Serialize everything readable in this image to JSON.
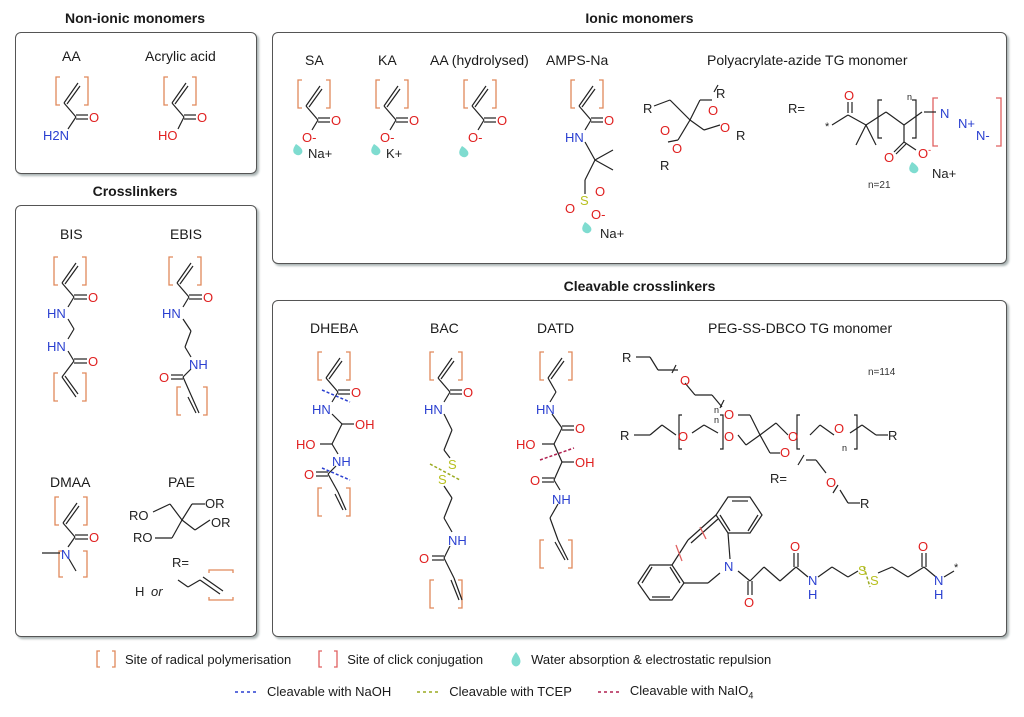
{
  "colors": {
    "radical_bracket": "#e0895a",
    "click_bracket": "#e06060",
    "oxygen": "#e02020",
    "nitrogen": "#2a3fd0",
    "sulfur": "#b8c020",
    "water_drop": "#7fdcd0",
    "naoh_cut": "#2a3fd0",
    "tcep_cut": "#9aaa20",
    "naio4_cut": "#b02050"
  },
  "sections": {
    "nonionic": {
      "title": "Non-ionic monomers",
      "compounds": [
        {
          "name": "AA",
          "atoms": [
            "O",
            "H2N"
          ]
        },
        {
          "name": "Acrylic acid",
          "atoms": [
            "O",
            "HO"
          ]
        }
      ]
    },
    "crosslinkers": {
      "title": "Crosslinkers",
      "compounds": [
        {
          "name": "BIS",
          "atoms": [
            "O",
            "HN",
            "HN",
            "O"
          ]
        },
        {
          "name": "EBIS",
          "atoms": [
            "O",
            "HN",
            "NH",
            "O"
          ]
        },
        {
          "name": "DMAA",
          "atoms": [
            "O",
            "N"
          ]
        },
        {
          "name": "PAE",
          "atoms": [
            "OR",
            "RO",
            "OR",
            "RO"
          ],
          "r_def": "R=",
          "r_options": [
            "H",
            "or"
          ]
        }
      ]
    },
    "ionic": {
      "title": "Ionic monomers",
      "compounds": [
        {
          "name": "SA",
          "atoms": [
            "O",
            "O-"
          ],
          "counterion": "Na+"
        },
        {
          "name": "KA",
          "atoms": [
            "O",
            "O-"
          ],
          "counterion": "K+"
        },
        {
          "name": "AA (hydrolysed)",
          "atoms": [
            "O",
            "O-"
          ]
        },
        {
          "name": "AMPS-Na",
          "atoms": [
            "O",
            "HN",
            "S",
            "O",
            "O",
            "O-"
          ],
          "counterion": "Na+"
        },
        {
          "name": "Polyacrylate-azide TG monomer",
          "core_atoms": [
            "R",
            "O",
            "R",
            "O",
            "O",
            "R",
            "O",
            "R"
          ],
          "r_def": "R=",
          "repeat": "n",
          "n_value": "n=21",
          "azide": [
            "N",
            "N+",
            "N-"
          ],
          "counterion": "Na+",
          "star": "*"
        }
      ]
    },
    "cleavable": {
      "title": "Cleavable crosslinkers",
      "compounds": [
        {
          "name": "DHEBA",
          "atoms": [
            "O",
            "HN",
            "OH",
            "HO",
            "NH",
            "O"
          ]
        },
        {
          "name": "BAC",
          "atoms": [
            "O",
            "HN",
            "S",
            "S",
            "NH",
            "O"
          ]
        },
        {
          "name": "DATD",
          "atoms": [
            "HN",
            "O",
            "HO",
            "OH",
            "O",
            "NH"
          ]
        },
        {
          "name": "PEG-SS-DBCO TG monomer",
          "n_value": "n=114",
          "repeat": "n",
          "r_def": "R=",
          "r_label": "R",
          "dbco_atoms": [
            "N",
            "O",
            "O",
            "N",
            "H",
            "S",
            "S",
            "O",
            "N",
            "H"
          ],
          "star": "*"
        }
      ]
    }
  },
  "legend": {
    "row1": [
      {
        "symbol": "radical-bracket",
        "label": "Site of radical polymerisation"
      },
      {
        "symbol": "click-bracket",
        "label": "Site of click conjugation"
      },
      {
        "symbol": "water-drop",
        "label": "Water absorption & electrostatic repulsion"
      }
    ],
    "row2": [
      {
        "symbol": "naoh-dash",
        "label": "Cleavable with NaOH"
      },
      {
        "symbol": "tcep-dash",
        "label": "Cleavable with TCEP"
      },
      {
        "symbol": "naio4-dash",
        "label": "Cleavable with NaIO",
        "sub": "4"
      }
    ]
  }
}
